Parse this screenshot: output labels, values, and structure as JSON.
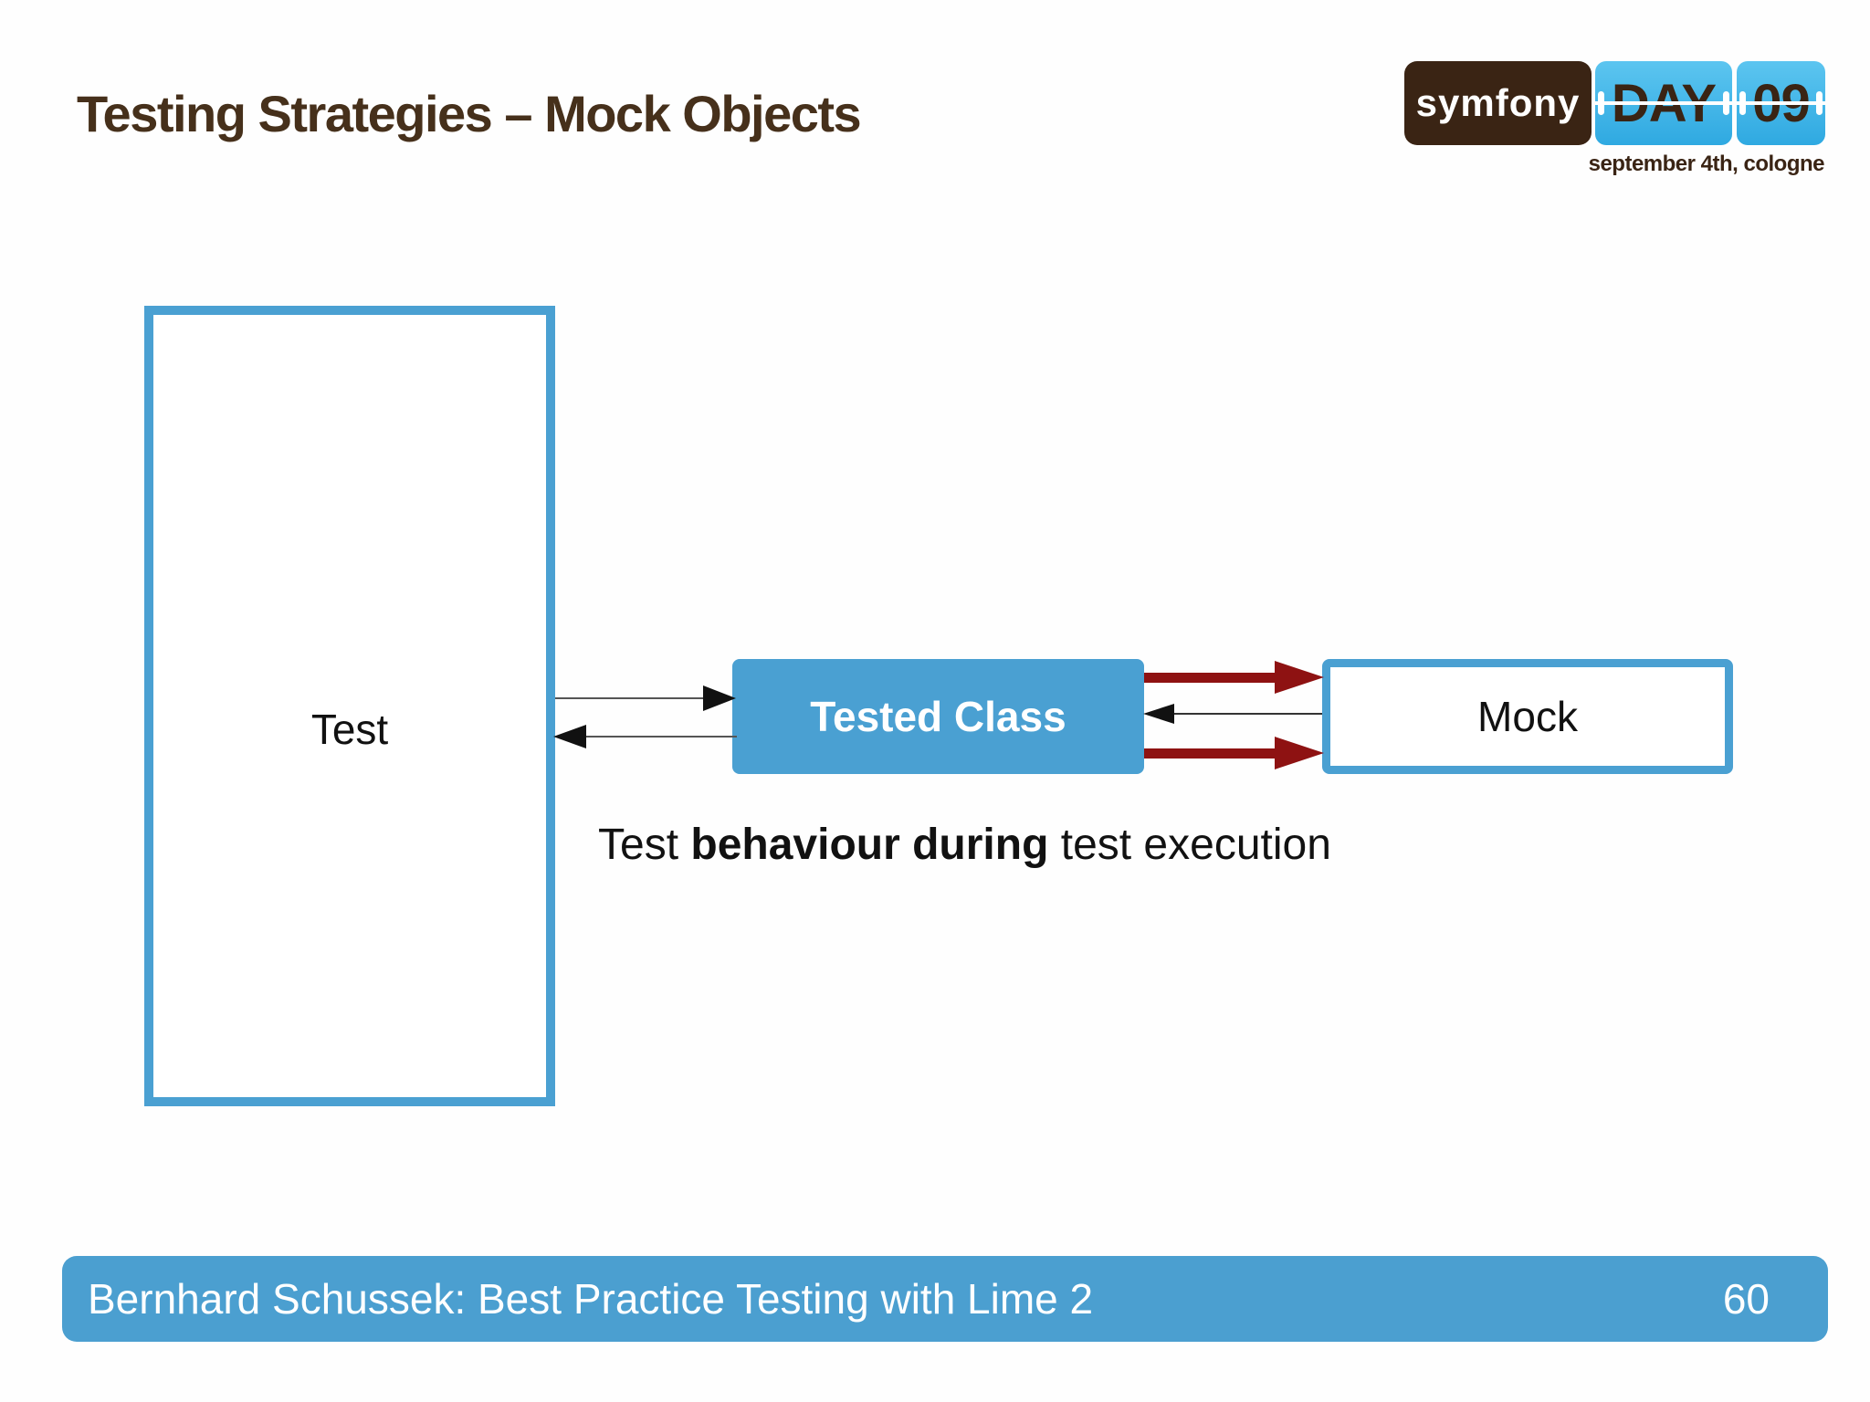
{
  "slide": {
    "title": "Testing Strategies – Mock Objects",
    "footer_text": "Bernhard Schussek: Best Practice Testing with Lime 2",
    "page_number": "60"
  },
  "logo": {
    "brand": "symfony",
    "day": "DAY",
    "number": "09",
    "tagline": "september 4th, cologne"
  },
  "diagram": {
    "test_box_label": "Test",
    "tested_class_box_label": "Tested Class",
    "mock_box_label": "Mock",
    "caption": {
      "pre": "Test ",
      "bold": "behaviour during",
      "post": " test execution"
    },
    "arrows": [
      {
        "from": "Test",
        "to": "Tested Class",
        "direction": "right",
        "style": "thin",
        "color": "#111111"
      },
      {
        "from": "Tested Class",
        "to": "Test",
        "direction": "left",
        "style": "thin",
        "color": "#111111"
      },
      {
        "from": "Tested Class",
        "to": "Mock",
        "direction": "right",
        "style": "thick",
        "color": "#8e1212"
      },
      {
        "from": "Mock",
        "to": "Tested Class",
        "direction": "left",
        "style": "thin",
        "color": "#111111"
      },
      {
        "from": "Tested Class",
        "to": "Mock",
        "direction": "right",
        "style": "thick",
        "color": "#8e1212"
      }
    ]
  },
  "colors": {
    "title_brown": "#46301b",
    "logo_brown": "#3a2414",
    "logo_blue_top": "#5cc5f0",
    "logo_blue_bottom": "#2fa9e1",
    "diagram_blue": "#4aa0d2",
    "footer_blue": "#4b9fd0",
    "arrow_red": "#8e1212",
    "text_black": "#111111",
    "text_white": "#ffffff"
  }
}
